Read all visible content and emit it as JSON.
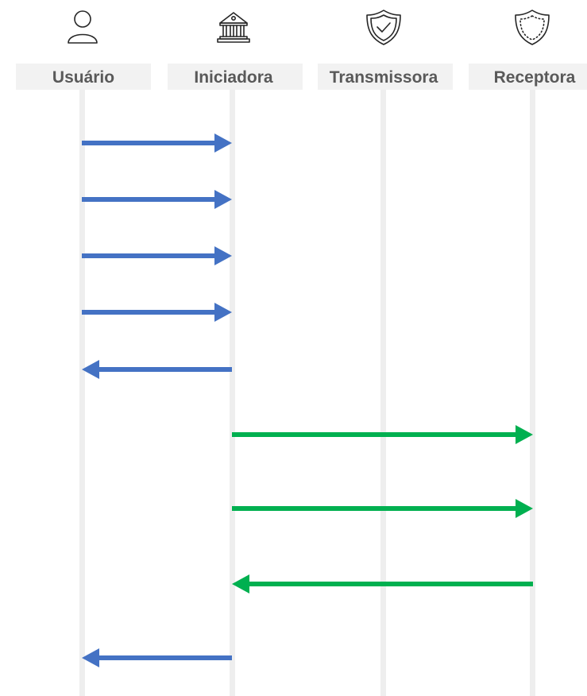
{
  "colors": {
    "lifeline": "#eeeeee",
    "label_background": "#f2f2f2",
    "label_text": "#595959",
    "icon_stroke": "#262626",
    "user_flow": "#4472c4",
    "institution_flow": "#00b050"
  },
  "actors": [
    {
      "id": "usuario",
      "label": "Usuário",
      "icon": "user-icon"
    },
    {
      "id": "iniciadora",
      "label": "Iniciadora",
      "icon": "bank-icon"
    },
    {
      "id": "transmissora",
      "label": "Transmissora",
      "icon": "shield-check-icon"
    },
    {
      "id": "receptora",
      "label": "Receptora",
      "icon": "shield-dotted-icon"
    }
  ],
  "messages": [
    {
      "from": "usuario",
      "to": "iniciadora",
      "color": "#4472c4"
    },
    {
      "from": "usuario",
      "to": "iniciadora",
      "color": "#4472c4"
    },
    {
      "from": "usuario",
      "to": "iniciadora",
      "color": "#4472c4"
    },
    {
      "from": "usuario",
      "to": "iniciadora",
      "color": "#4472c4"
    },
    {
      "from": "iniciadora",
      "to": "usuario",
      "color": "#4472c4"
    },
    {
      "from": "iniciadora",
      "to": "receptora",
      "color": "#00b050"
    },
    {
      "from": "iniciadora",
      "to": "receptora",
      "color": "#00b050"
    },
    {
      "from": "receptora",
      "to": "iniciadora",
      "color": "#00b050"
    },
    {
      "from": "iniciadora",
      "to": "usuario",
      "color": "#4472c4"
    }
  ]
}
